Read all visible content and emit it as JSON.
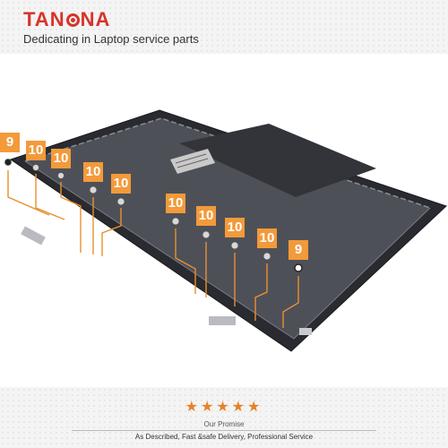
{
  "header": {
    "brand": "TANONA",
    "tagline": "Dedicating in Laptop service parts"
  },
  "callouts": [
    "9",
    "10",
    "10",
    "10",
    "10",
    "10",
    "10",
    "10",
    "10",
    "9"
  ],
  "footer": {
    "stars": "★★★★★",
    "title": "Our Promise",
    "text": "As Described, Fast &safe Delivery, Professional Service"
  },
  "colors": {
    "brand": "#d8342a",
    "callout": "#f39a3a",
    "star": "#e8802a"
  }
}
